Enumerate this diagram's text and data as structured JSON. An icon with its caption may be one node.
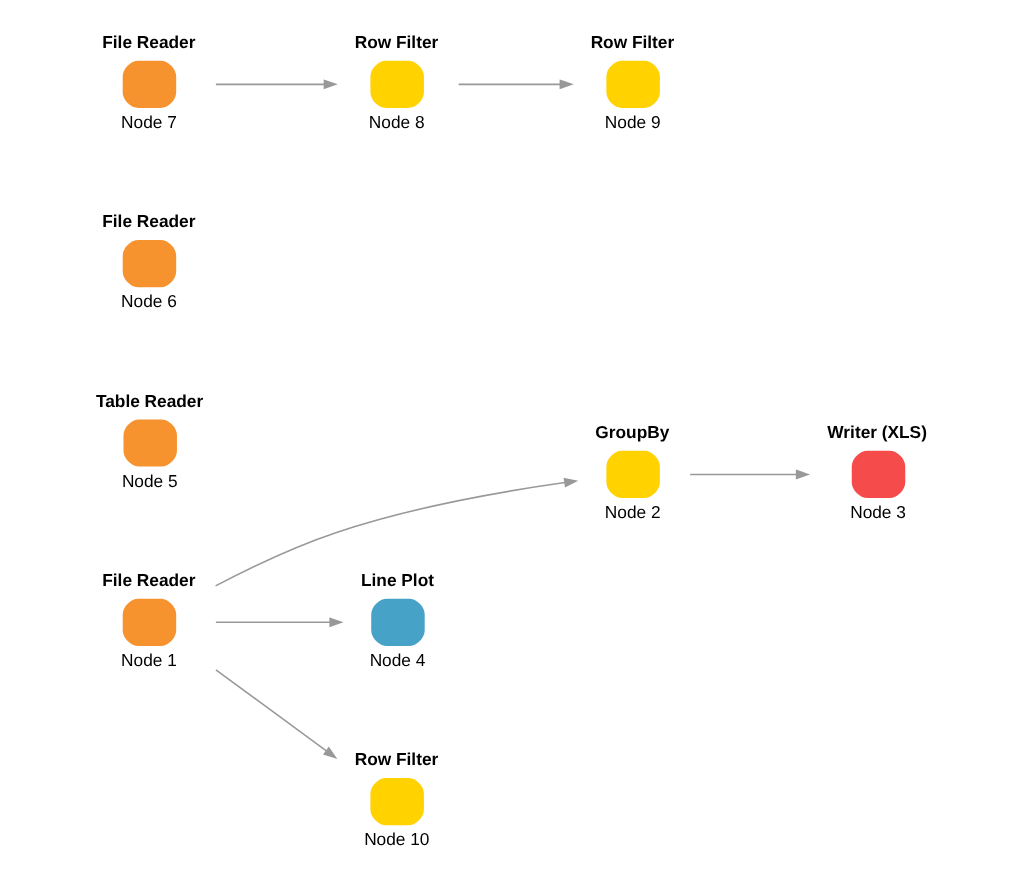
{
  "diagram": {
    "nodes": [
      {
        "text": [
          "File Reader",
          "Node 1"
        ]
      },
      {
        "text": [
          "GroupBy",
          "Node 2"
        ]
      },
      {
        "text": [
          "Writer (XLS)",
          "Node 3"
        ]
      },
      {
        "text": [
          "Table Reader",
          "Node 5"
        ]
      },
      {
        "text": [
          "Line Plot",
          "Node 4"
        ]
      },
      {
        "text": [
          "Row Filter",
          "Node 10"
        ]
      },
      {
        "text": [
          "File Reader",
          "Node 6"
        ]
      },
      {
        "text": [
          "File Reader",
          "Node 7"
        ]
      },
      {
        "text": [
          "Row Filter",
          "Node 8"
        ]
      },
      {
        "text": [
          "Row Filter",
          "Node 9"
        ]
      }
    ],
    "edges": [
      {
        "from": 0,
        "to": 1,
        "arrow": "to"
      },
      {
        "from": 1,
        "to": 2,
        "arrow": "to"
      },
      {
        "from": 0,
        "to": 4,
        "arrow": "to"
      },
      {
        "from": 0,
        "to": 5,
        "arrow": "to"
      },
      {
        "from": 7,
        "to": 8,
        "arrow": "to"
      },
      {
        "from": 8,
        "to": 9,
        "arrow": "to"
      }
    ]
  }
}
